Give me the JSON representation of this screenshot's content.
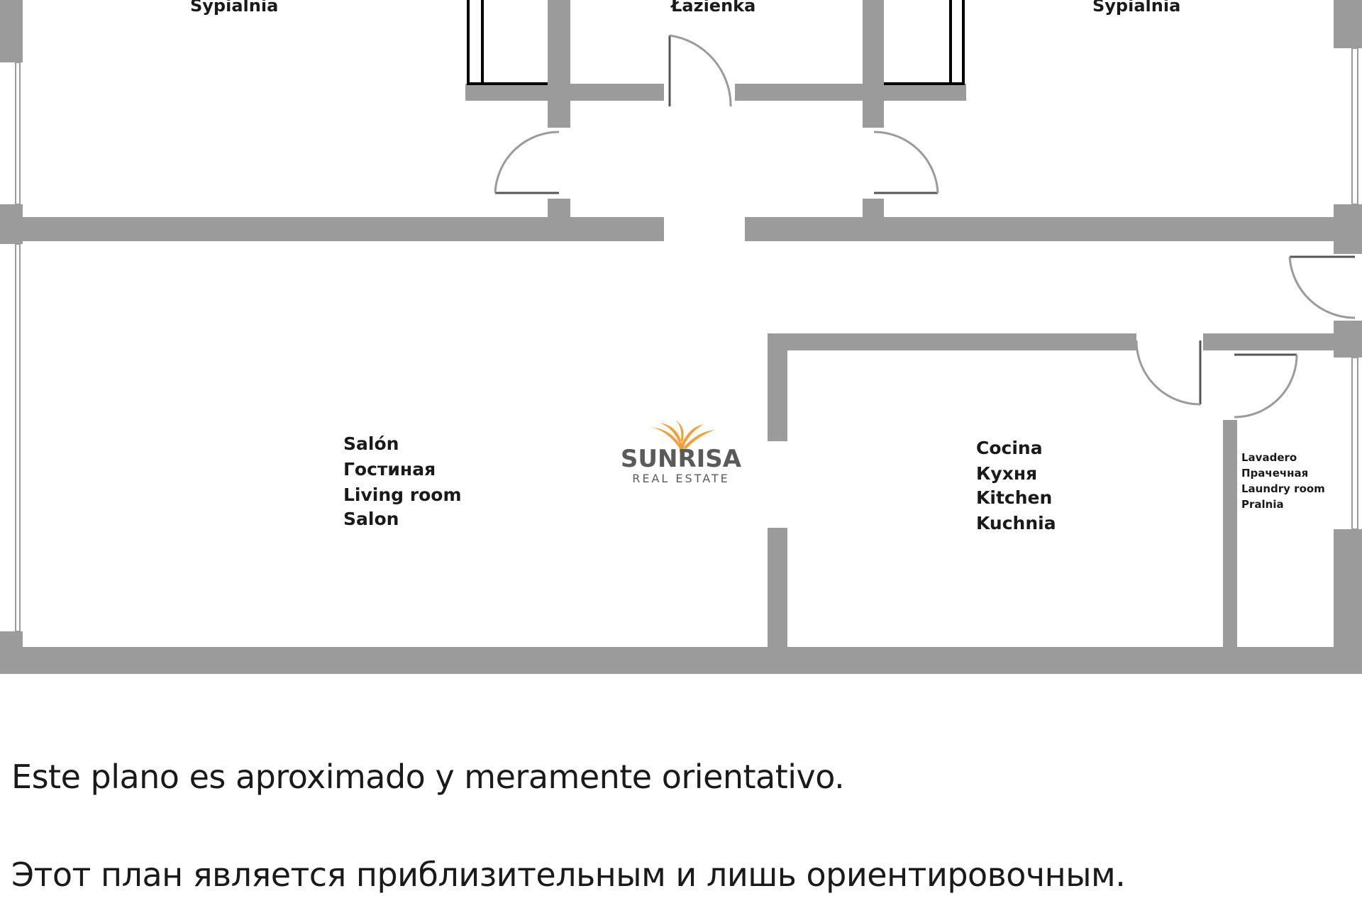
{
  "colors": {
    "wall": "#9b9b9b",
    "wall_edge": "#000000",
    "logo_orange": "#f2a03d",
    "logo_text": "#5a5a5a"
  },
  "rooms": {
    "bedroom_left": [
      "Sypialnia"
    ],
    "bathroom": [
      "Łazienka"
    ],
    "bedroom_right": [
      "Sypialnia"
    ],
    "living": [
      "Salón",
      "Гостиная",
      "Living room",
      "Salon"
    ],
    "kitchen": [
      "Cocina",
      "Кухня",
      "Kitchen",
      "Kuchnia"
    ],
    "laundry": [
      "Lavadero",
      "Прачечная",
      "Laundry room",
      "Pralnia"
    ]
  },
  "logo": {
    "icon": "palm-sun-icon",
    "name": "SUNRISA",
    "tagline": "REAL ESTATE"
  },
  "notes": [
    "Este plano es aproximado y meramente orientativo.",
    "Этот план является приблизительным и лишь ориентировочным."
  ]
}
